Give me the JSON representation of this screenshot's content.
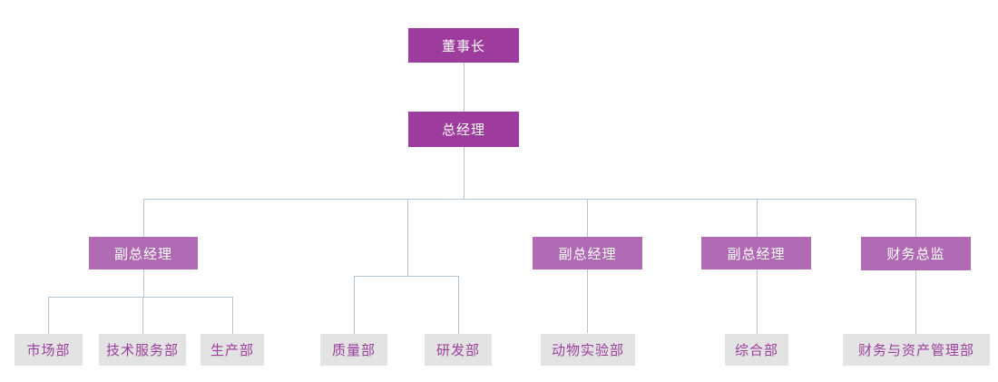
{
  "colors": {
    "executive_box": "#9E3C9E",
    "executive_text": "#FFFFFF",
    "vp_box": "#B06AB3",
    "dept_box": "#E3E3E3",
    "dept_text": "#9C3F9C",
    "connector_line": "#B7C6D3"
  },
  "nodes": {
    "chairman": {
      "label": "董事长"
    },
    "gm": {
      "label": "总经理"
    },
    "vp1": {
      "label": "副总经理"
    },
    "vp2": {
      "label": "副总经理"
    },
    "vp3": {
      "label": "副总经理"
    },
    "cfo": {
      "label": "财务总监"
    },
    "dept_market": {
      "label": "市场部"
    },
    "dept_tech_service": {
      "label": "技术服务部"
    },
    "dept_production": {
      "label": "生产部"
    },
    "dept_quality": {
      "label": "质量部"
    },
    "dept_rnd": {
      "label": "研发部"
    },
    "dept_animal_lab": {
      "label": "动物实验部"
    },
    "dept_general": {
      "label": "综合部"
    },
    "dept_finance_asset": {
      "label": "财务与资产管理部"
    }
  },
  "edges": [
    [
      "chairman",
      "gm"
    ],
    [
      "gm",
      "vp1"
    ],
    [
      "gm",
      "dept_quality"
    ],
    [
      "gm",
      "dept_rnd"
    ],
    [
      "gm",
      "vp2"
    ],
    [
      "gm",
      "vp3"
    ],
    [
      "gm",
      "cfo"
    ],
    [
      "vp1",
      "dept_market"
    ],
    [
      "vp1",
      "dept_tech_service"
    ],
    [
      "vp1",
      "dept_production"
    ],
    [
      "vp2",
      "dept_animal_lab"
    ],
    [
      "vp3",
      "dept_general"
    ],
    [
      "cfo",
      "dept_finance_asset"
    ]
  ]
}
